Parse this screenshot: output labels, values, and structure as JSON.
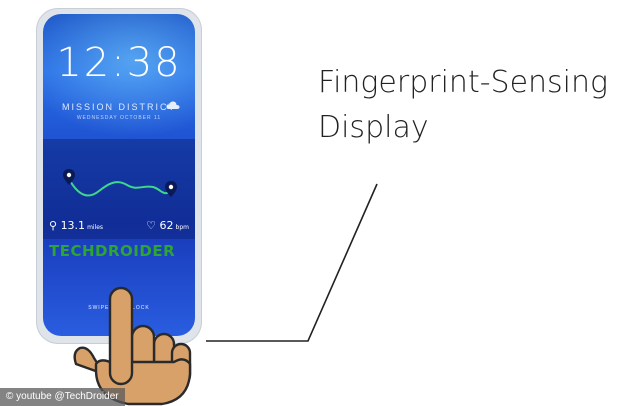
{
  "phone": {
    "time": "12:38",
    "location": "MISSION DISTRICT",
    "date": "WEDNESDAY OCTOBER 11",
    "distance_value": "13.1",
    "distance_unit": "miles",
    "speed_value": "62",
    "speed_unit": "bpm",
    "swipe_text": "SWIPE TO UNLOCK"
  },
  "watermark": "TECHDROIDER",
  "callout": {
    "line1": "Fingerprint-Sensing",
    "line2": "Display"
  },
  "credit": "youtube @TechDroider",
  "colors": {
    "screen_blue": "#1d4fcf",
    "route_green": "#3fd88a",
    "watermark_green": "#2ea532",
    "hand_skin": "#d8a16a"
  }
}
